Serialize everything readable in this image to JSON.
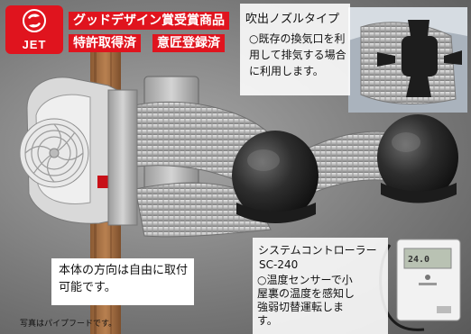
{
  "brand": {
    "name": "JET"
  },
  "badges": {
    "award": "グッドデザイン賞受賞商品",
    "patent": "特許取得済",
    "design": "意匠登録済"
  },
  "inset": {
    "title": "吹出ノズルタイプ",
    "description": "○既存の換気口を利用して排気する場合に利用します。"
  },
  "controller": {
    "title": "システムコントローラー",
    "model": "SC-240",
    "description": "○温度センサーで小屋裏の温度を感知し強弱切替運転します。",
    "display_value": "24.0"
  },
  "main": {
    "direction_note": "本体の方向は自由に取付可能です。",
    "photo_note": "写真はパイプフードです。"
  },
  "colors": {
    "brand_red": "#e0141e",
    "background_gray": "#8a8a8a",
    "duct_silver": "#c9c9c9",
    "hood_black": "#2a2a2a"
  }
}
